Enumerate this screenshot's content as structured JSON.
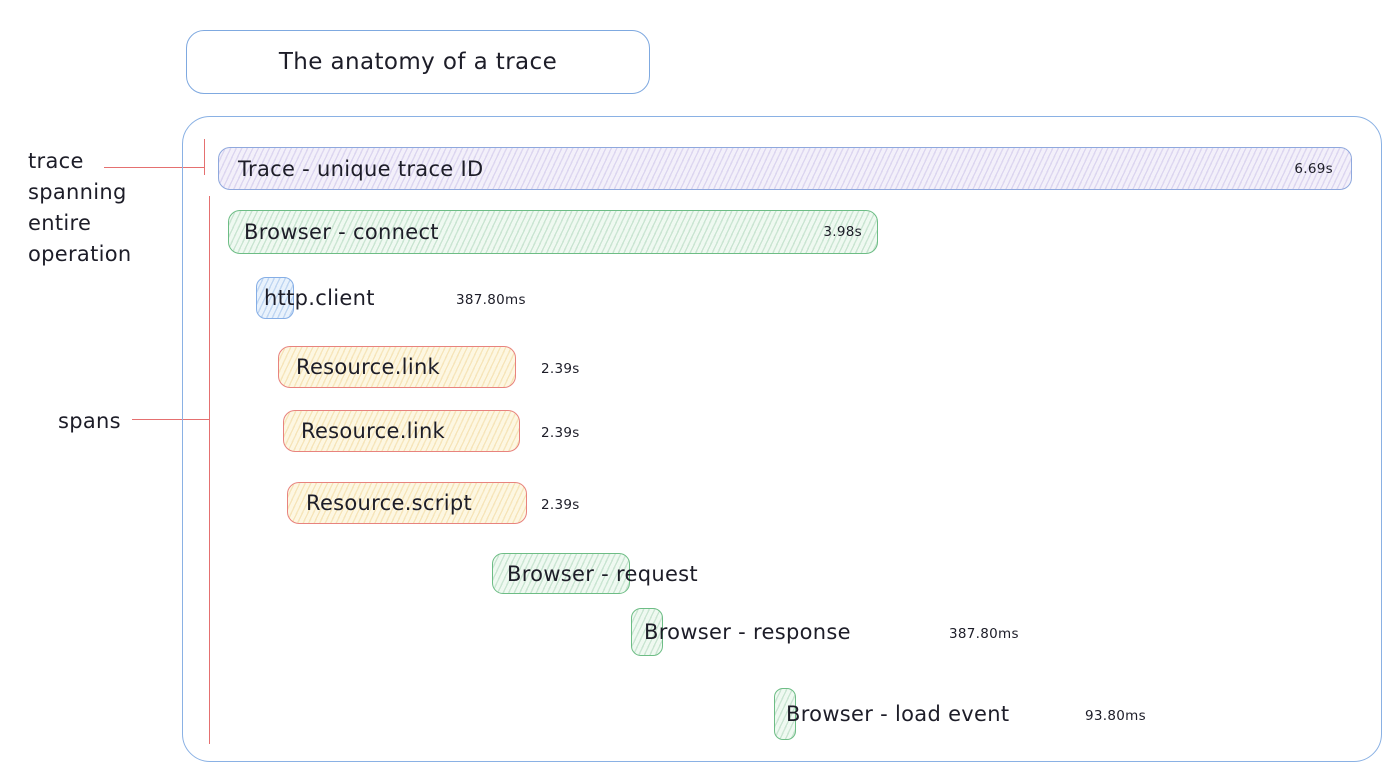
{
  "title": "The anatomy of a trace",
  "annotations": {
    "trace_label_lines": [
      "trace",
      "spanning",
      "entire",
      "operation"
    ],
    "spans_label": "spans"
  },
  "trace": {
    "label": "Trace - unique trace ID",
    "duration": "6.69s"
  },
  "spans": [
    {
      "label": "Browser - connect",
      "duration": "3.98s",
      "color": "green"
    },
    {
      "label": "http.client",
      "duration": "387.80ms",
      "color": "blue"
    },
    {
      "label": "Resource.link",
      "duration": "2.39s",
      "color": "yellow"
    },
    {
      "label": "Resource.link",
      "duration": "2.39s",
      "color": "yellow"
    },
    {
      "label": "Resource.script",
      "duration": "2.39s",
      "color": "yellow"
    },
    {
      "label": "Browser - request",
      "duration": "",
      "color": "green"
    },
    {
      "label": "Browser - response",
      "duration": "387.80ms",
      "color": "green"
    },
    {
      "label": "Browser - load event",
      "duration": "93.80ms",
      "color": "green"
    }
  ],
  "colors": {
    "outline_blue": "#8ab1e4",
    "trace_fill": "#f3f0fa",
    "green_stroke": "#6dbd85",
    "yellow_fill": "#fdf7e2",
    "resource_stroke": "#e8837e",
    "http_fill": "#e9f2fc",
    "annotation_red": "#e57070",
    "text": "#1d1d28"
  }
}
